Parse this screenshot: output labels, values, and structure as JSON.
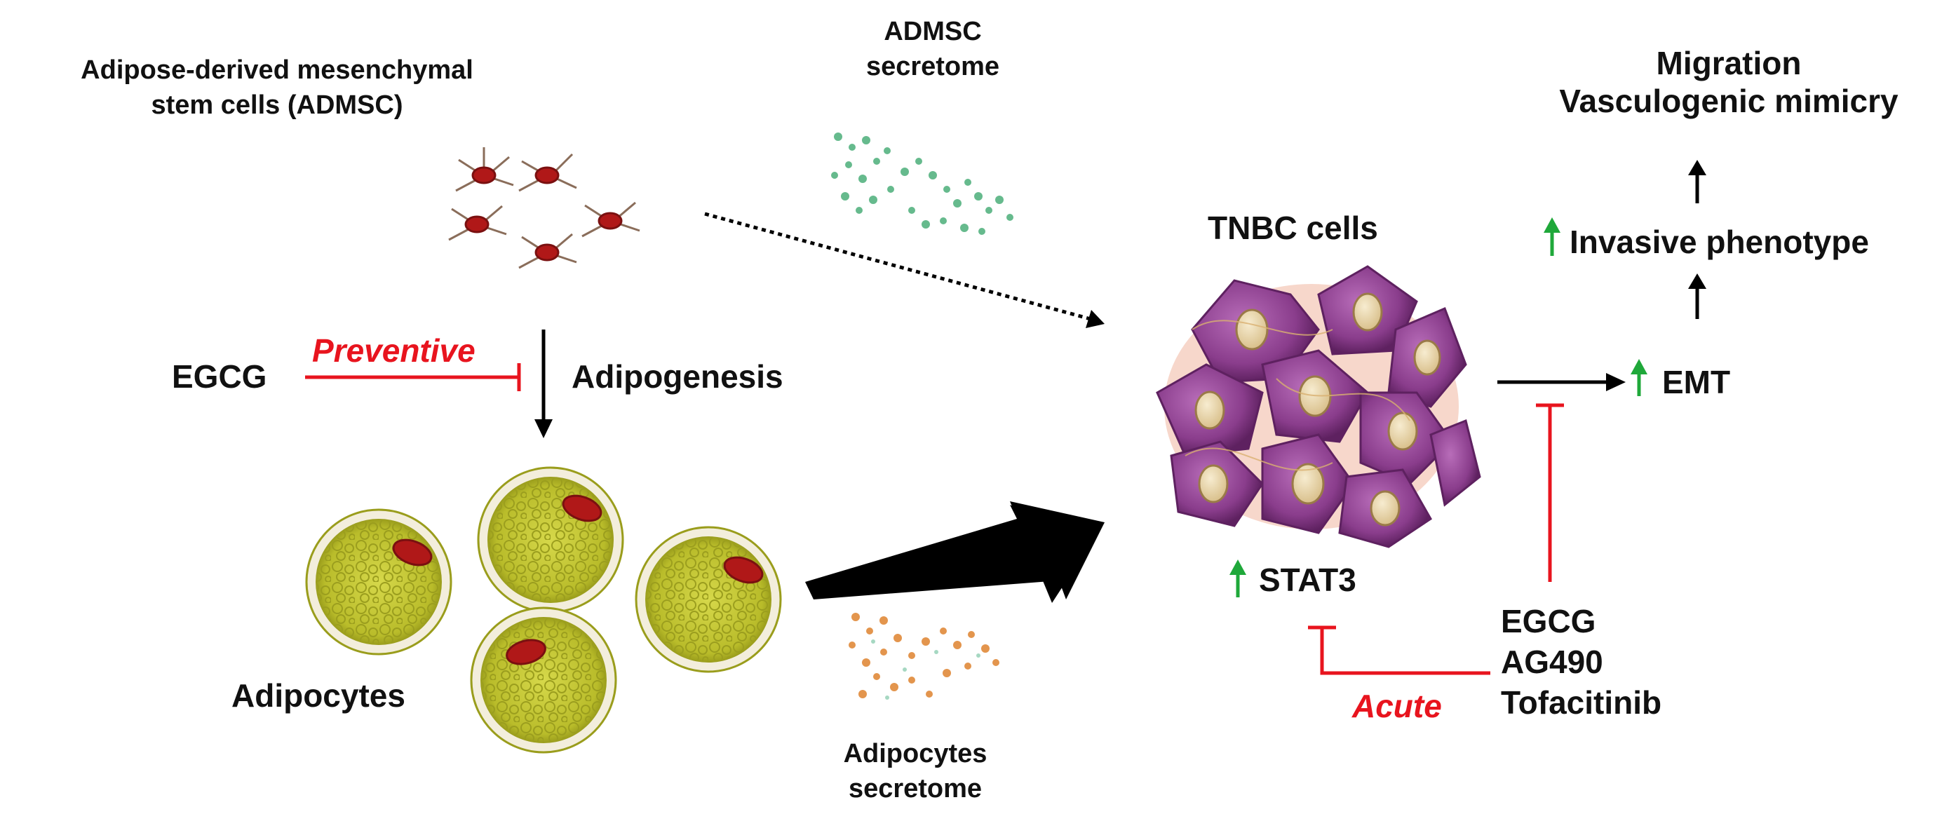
{
  "labels": {
    "admsc_title_1": "Adipose-derived mesenchymal",
    "admsc_title_2": "stem cells (ADMSC)",
    "admsc_secretome_1": "ADMSC",
    "admsc_secretome_2": "secretome",
    "egcg_left": "EGCG",
    "preventive": "Preventive",
    "adipogenesis": "Adipogenesis",
    "adipocytes": "Adipocytes",
    "adipocytes_secretome_1": "Adipocytes",
    "adipocytes_secretome_2": "secretome",
    "tnbc_cells": "TNBC cells",
    "stat3": "STAT3",
    "acute": "Acute",
    "emt": "EMT",
    "invasive_phenotype": "Invasive phenotype",
    "migration": "Migration",
    "vasculogenic_mimicry": "Vasculogenic mimicry",
    "inhibitors": [
      "EGCG",
      "AG490",
      "Tofacitinib"
    ]
  },
  "colors": {
    "inhibition": "#e8141e",
    "upregulation": "#1fa83a",
    "arrow": "#000000",
    "adipocyte_fill": "#c8cb3a",
    "adipocyte_nucleus": "#b01818",
    "tnbc_cell": "#8c3f8f",
    "admsc_secretome_dots": "#4caf7a",
    "adipocyte_secretome_dots": "#e08a3a"
  }
}
